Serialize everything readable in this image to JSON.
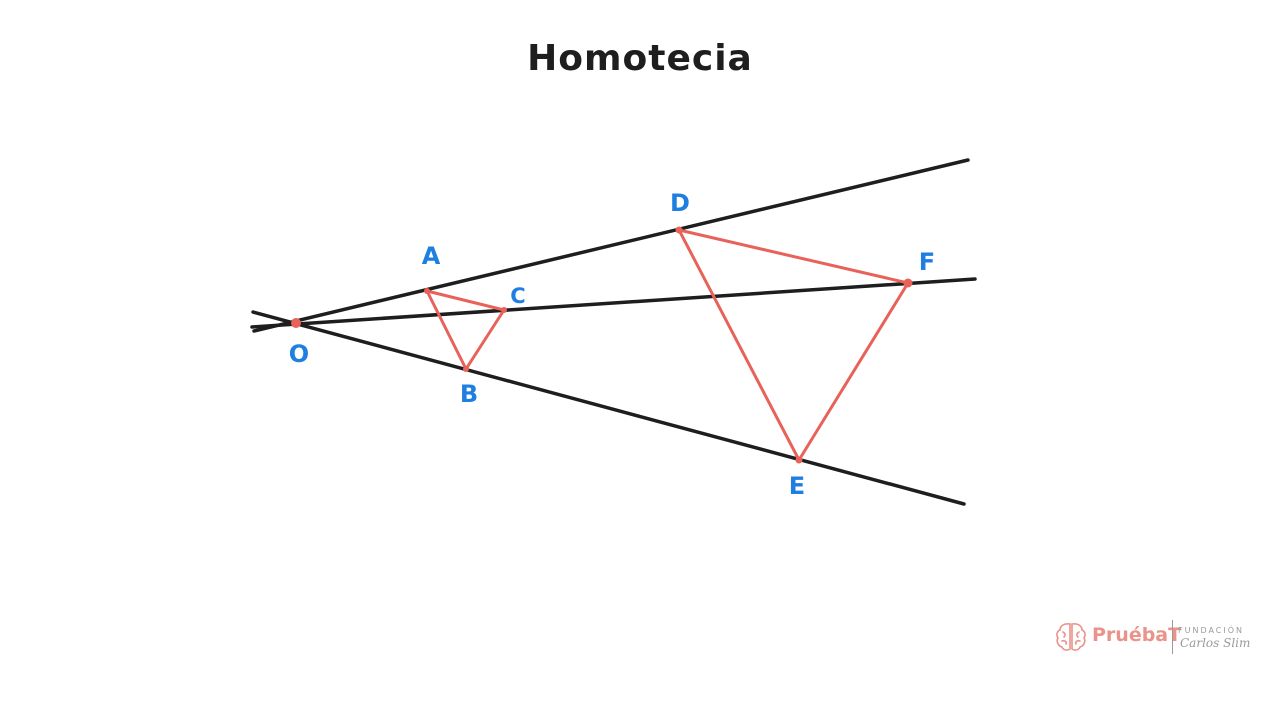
{
  "title": "Homotecia",
  "colors": {
    "rays": "#1e1e1e",
    "triangles": "#e8625a",
    "labels": "#1f7fe0",
    "logo_brand": "#e9938a",
    "logo_muted": "#9a9a9a"
  },
  "points": {
    "O": "O",
    "A": "A",
    "B": "B",
    "C": "C",
    "D": "D",
    "E": "E",
    "F": "F"
  },
  "logo": {
    "icon": "brain-icon",
    "brand": "PruébaT",
    "foundation": "FUNDACIÓN",
    "foundation_name": "Carlos Slim"
  }
}
